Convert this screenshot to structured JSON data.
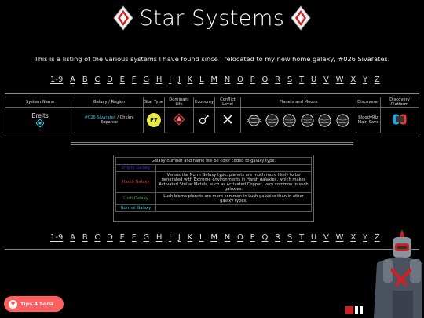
{
  "header": {
    "title": "Star Systems",
    "intro": "This is a listing of the various systems I have found since I relocated to my new home galaxy, #026 Sivarates."
  },
  "alphabet": [
    "1-9",
    "A",
    "B",
    "C",
    "D",
    "E",
    "F",
    "G",
    "H",
    "I",
    "J",
    "K",
    "L",
    "M",
    "N",
    "O",
    "P",
    "Q",
    "R",
    "S",
    "T",
    "U",
    "V",
    "W",
    "X",
    "Y",
    "Z"
  ],
  "table": {
    "headers": [
      "System Name",
      "Galaxy / Region",
      "Star Type",
      "Dominant Life",
      "Economy",
      "Conflict Level",
      "Planets and Moons",
      "Discoverer",
      "Discovery Platform"
    ],
    "rows": [
      {
        "system_name": "Breits",
        "galaxy": "#026 Sivarates",
        "region_sep": " / ",
        "region": "Chkimi Expanse",
        "star_type": "F7",
        "discoverer_line1": "BloodyRiz",
        "discoverer_line2": "Main Save"
      }
    ]
  },
  "legend": {
    "header": "Galaxy number and name will be color coded to galaxy type.",
    "rows": [
      {
        "label": "Empty Galaxy",
        "desc": "",
        "color": "#2a3bd8"
      },
      {
        "label": "Harsh Galaxy",
        "desc": "Versus the Norm Galaxy type, planets are much more likely to be generated with Extreme environments in Harsh galaxies, which makes Activated Stellar Metals, such as Activated Copper, very common in such galaxies.",
        "color": "#e2482c"
      },
      {
        "label": "Lush Galaxy",
        "desc": "Lush biome planets are more common in Lush galaxies than in other galaxy types.",
        "color": "#3fb33f"
      },
      {
        "label": "Normal Galaxy",
        "desc": "",
        "color": "#2ac6e0"
      }
    ]
  },
  "footer": {
    "tips_label": "Tips 4 Soda"
  },
  "colors": {
    "galaxy_normal": "#2ac6e0",
    "star_f": "#e6ea45",
    "tips_bg": "#ff5f5f"
  }
}
